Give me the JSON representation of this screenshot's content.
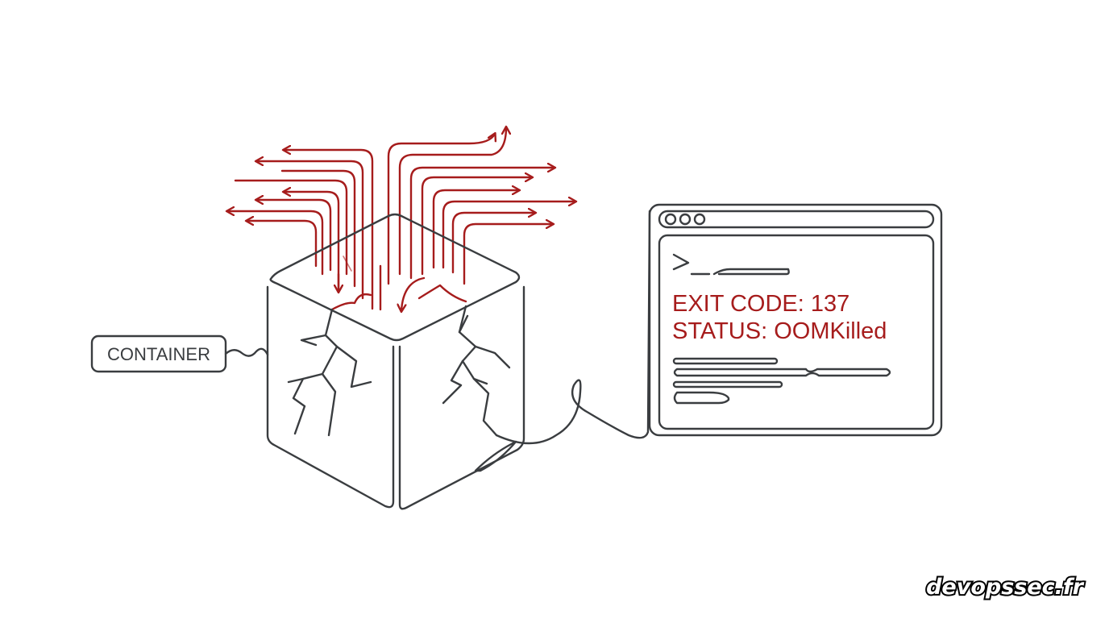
{
  "container_label": "CONTAINER",
  "terminal": {
    "exit_code_line": "EXIT CODE: 137",
    "status_line": "STATUS: OOMKilled"
  },
  "watermark": "devopssec.fr",
  "colors": {
    "ink": "#3a3d40",
    "accent_red": "#a61c1c",
    "background": "#ffffff"
  }
}
